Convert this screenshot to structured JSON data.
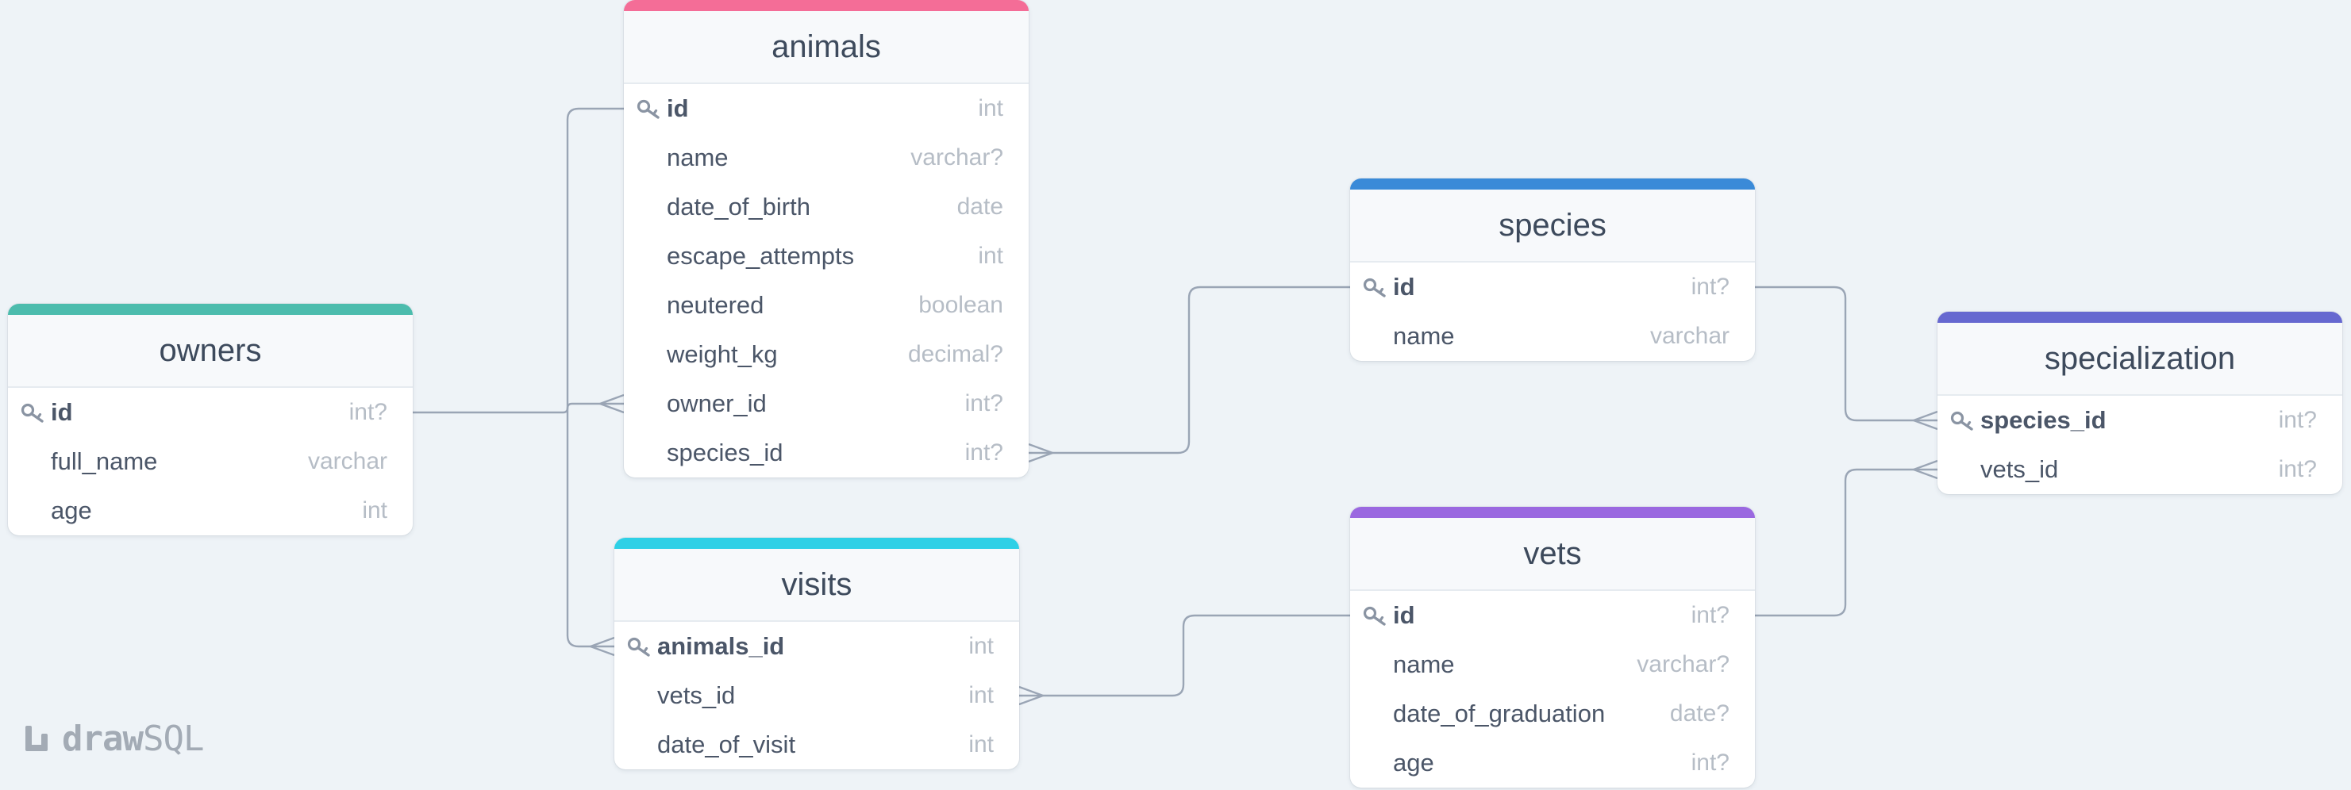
{
  "diagram": {
    "tables": [
      {
        "id": "animals",
        "name": "animals",
        "color": "#f46d97",
        "columns": [
          {
            "name": "id",
            "type": "int",
            "pk": true
          },
          {
            "name": "name",
            "type": "varchar?"
          },
          {
            "name": "date_of_birth",
            "type": "date"
          },
          {
            "name": "escape_attempts",
            "type": "int"
          },
          {
            "name": "neutered",
            "type": "boolean"
          },
          {
            "name": "weight_kg",
            "type": "decimal?"
          },
          {
            "name": "owner_id",
            "type": "int?"
          },
          {
            "name": "species_id",
            "type": "int?"
          }
        ]
      },
      {
        "id": "species",
        "name": "species",
        "color": "#3a8ad8",
        "columns": [
          {
            "name": "id",
            "type": "int?",
            "pk": true
          },
          {
            "name": "name",
            "type": "varchar"
          }
        ]
      },
      {
        "id": "owners",
        "name": "owners",
        "color": "#4cbcad",
        "columns": [
          {
            "name": "id",
            "type": "int?",
            "pk": true
          },
          {
            "name": "full_name",
            "type": "varchar"
          },
          {
            "name": "age",
            "type": "int"
          }
        ]
      },
      {
        "id": "specialization",
        "name": "specialization",
        "color": "#6668d0",
        "columns": [
          {
            "name": "species_id",
            "type": "int?",
            "pk": true
          },
          {
            "name": "vets_id",
            "type": "int?"
          }
        ]
      },
      {
        "id": "visits",
        "name": "visits",
        "color": "#2ed0e6",
        "columns": [
          {
            "name": "animals_id",
            "type": "int",
            "pk": true
          },
          {
            "name": "vets_id",
            "type": "int"
          },
          {
            "name": "date_of_visit",
            "type": "int"
          }
        ]
      },
      {
        "id": "vets",
        "name": "vets",
        "color": "#9a68e0",
        "columns": [
          {
            "name": "id",
            "type": "int?",
            "pk": true
          },
          {
            "name": "name",
            "type": "varchar?"
          },
          {
            "name": "date_of_graduation",
            "type": "date?"
          },
          {
            "name": "age",
            "type": "int?"
          }
        ]
      }
    ],
    "relationships": [
      {
        "from": "owners.id",
        "to": "animals.owner_id",
        "cardinality": "one-to-many"
      },
      {
        "from": "species.id",
        "to": "animals.species_id",
        "cardinality": "one-to-many"
      },
      {
        "from": "animals.id",
        "to": "visits.animals_id",
        "cardinality": "one-to-many"
      },
      {
        "from": "vets.id",
        "to": "visits.vets_id",
        "cardinality": "one-to-many"
      },
      {
        "from": "species.id",
        "to": "specialization.species_id",
        "cardinality": "one-to-many"
      },
      {
        "from": "vets.id",
        "to": "specialization.vets_id",
        "cardinality": "one-to-many"
      }
    ],
    "colors": {
      "connector": "#9aa5b5",
      "key_icon": "#8a94a3",
      "background": "#eef3f7"
    },
    "icons": {
      "primary_key": "key-icon",
      "logo": "drawsql-logo-icon"
    }
  },
  "branding": {
    "logo_bold": "draw",
    "logo_regular": "SQL"
  }
}
